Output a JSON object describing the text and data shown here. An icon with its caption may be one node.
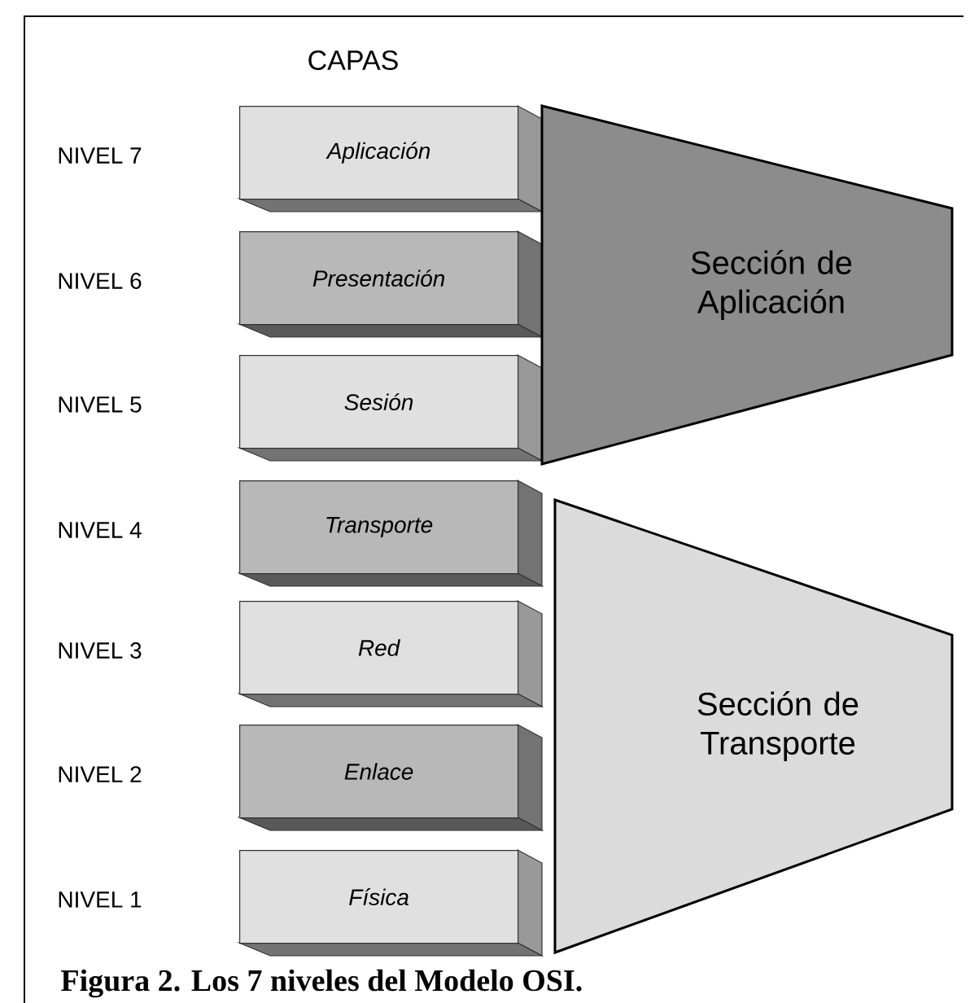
{
  "diagram": {
    "caption": "Figura 2.  Los 7 niveles del Modelo OSI.",
    "nodes": [
      {
        "text": [
          "Aplicación"
        ]
      },
      {
        "text": [
          "Presentación"
        ]
      },
      {
        "text": [
          "Sesión"
        ]
      },
      {
        "text": [
          "Transporte"
        ]
      },
      {
        "text": [
          "Red"
        ]
      },
      {
        "text": [
          "Enlace"
        ]
      },
      {
        "text": [
          "Física"
        ]
      },
      {
        "text": [
          "Sección de Aplicación"
        ]
      },
      {
        "text": [
          "Sección de Transporte"
        ]
      }
    ],
    "labels": [
      "CAPAS",
      "NIVEL 7",
      "NIVEL 6",
      "NIVEL 5",
      "NIVEL 4",
      "NIVEL 3",
      "NIVEL 2",
      "NIVEL 1"
    ]
  }
}
